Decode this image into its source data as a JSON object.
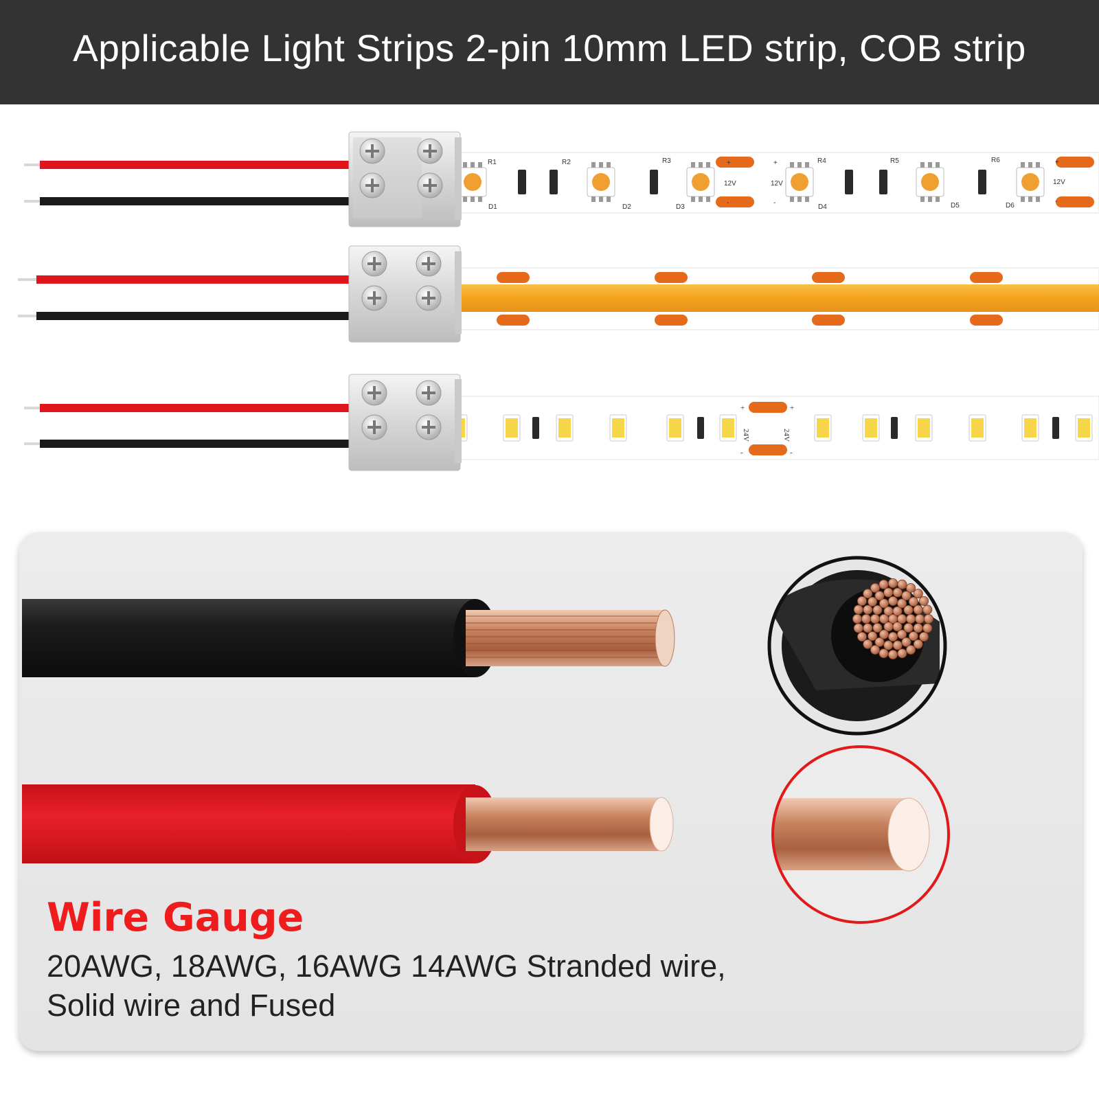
{
  "header": {
    "title": "Applicable Light Strips 2-pin 10mm LED strip, COB strip"
  },
  "strips": {
    "smd_5050": {
      "resistor_labels": [
        "R1",
        "R2",
        "R3",
        "R4",
        "R5",
        "R6"
      ],
      "diode_labels": [
        "D1",
        "D2",
        "D3",
        "D4",
        "D5",
        "D6"
      ],
      "voltage_label": "12V",
      "plus_sign": "+",
      "minus_sign": "-"
    },
    "smd_2835": {
      "voltage_label": "24V",
      "plus_sign": "+",
      "minus_sign": "-"
    }
  },
  "wire_gauge": {
    "heading": "Wire Gauge",
    "line1": "20AWG, 18AWG, 16AWG 14AWG Stranded wire,",
    "line2": "Solid wire and Fused"
  },
  "colors": {
    "header_bg": "#333333",
    "heading_red": "#ee1c1c",
    "wire_red": "#e0141c",
    "wire_black": "#1a1a1a",
    "led_orange": "#f0a030",
    "pad_orange": "#e66a1c",
    "cob_yellow": "#f2a51c",
    "led_yellow": "#f7d54a",
    "copper": "#c8825e"
  }
}
